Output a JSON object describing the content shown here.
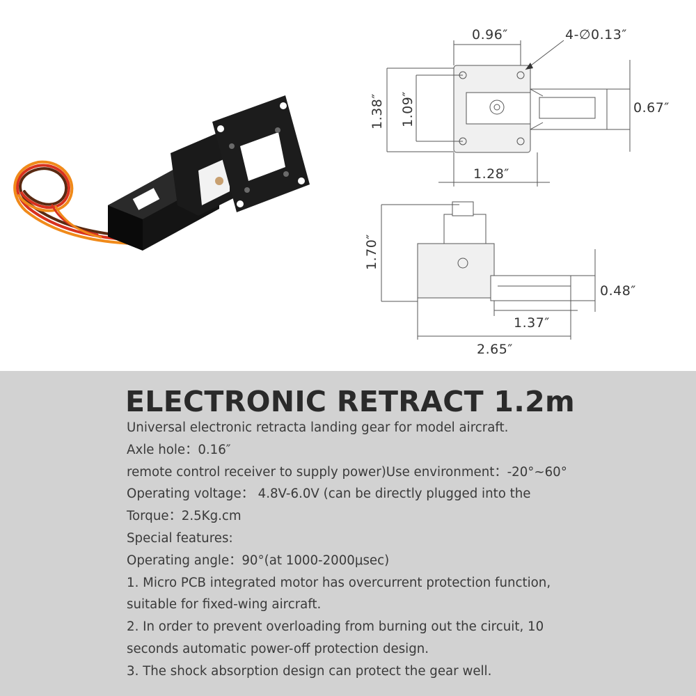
{
  "dimensions": {
    "top_view": {
      "hole_spacing": "0.96″",
      "hole_spec": "4-∅0.13″",
      "outer_height": "1.38″",
      "inner_height": "1.09″",
      "leg_height": "0.67″",
      "width": "1.28″"
    },
    "side_view": {
      "total_height": "1.70″",
      "leg_height": "0.48″",
      "leg_length": "1.37″",
      "total_length": "2.65″"
    }
  },
  "title": "ELECTRONIC RETRACT 1.2m",
  "description_lines": [
    "Universal electronic retracta landing gear for model aircraft.",
    "Axle hole：0.16″",
    "remote control receiver to supply power)Use environment：-20°~60°",
    "Operating voltage：  4.8V-6.0V (can be directly plugged into the",
    "Torque：2.5Kg.cm",
    "Special features:",
    "Operating angle：90°(at 1000-2000μsec)",
    "1. Micro PCB integrated motor has overcurrent protection function,",
    "suitable for fixed-wing aircraft.",
    "2. In order to prevent overloading from burning out the circuit, 10",
    "seconds automatic power-off protection design.",
    "3. The shock absorption design can protect the gear well."
  ],
  "colors": {
    "text_panel_bg": "#d2d2d2",
    "title_text": "#2a2a2a",
    "body_text": "#3a3a3a",
    "wire_red": "#d8321e",
    "wire_orange": "#f08a1a",
    "wire_brown": "#5a2a12"
  }
}
